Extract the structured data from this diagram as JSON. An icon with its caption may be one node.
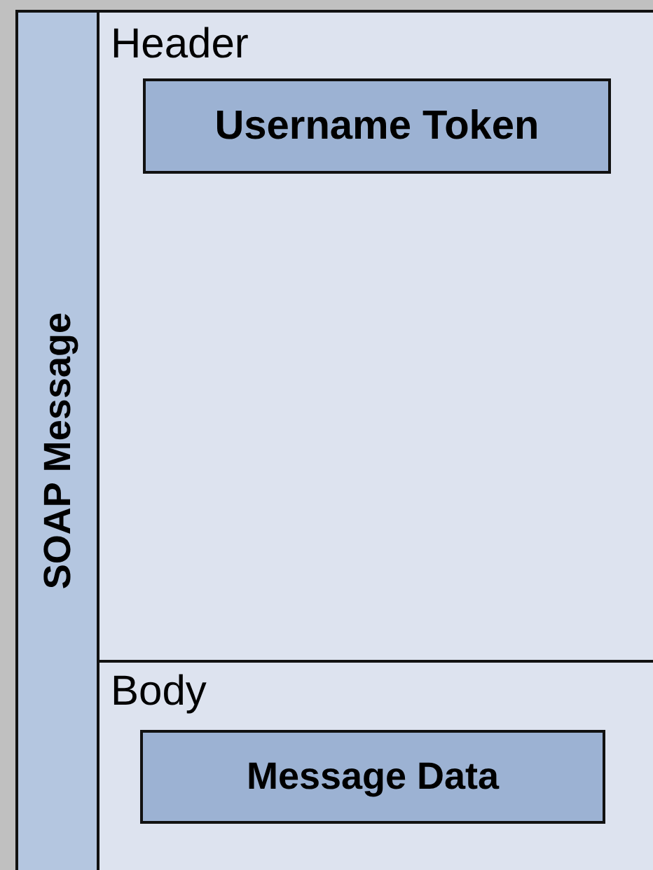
{
  "diagram": {
    "nodes": [
      {
        "text": [
          "SOAP Message"
        ]
      },
      {
        "text": [
          "Header"
        ],
        "in": 0
      },
      {
        "text": [
          "Username Token"
        ],
        "in": 1
      },
      {
        "text": [
          "Body"
        ],
        "in": 0
      },
      {
        "text": [
          "Message Data"
        ],
        "in": 3
      }
    ]
  }
}
